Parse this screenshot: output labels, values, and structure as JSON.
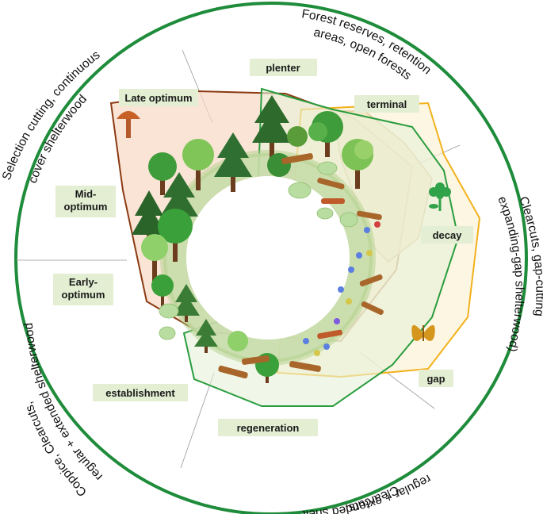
{
  "stages": [
    {
      "id": "plenter",
      "label": "plenter"
    },
    {
      "id": "terminal",
      "label": "terminal"
    },
    {
      "id": "late-optimum",
      "label": "Late optimum"
    },
    {
      "id": "mid-optimum-1",
      "label": "Mid-"
    },
    {
      "id": "mid-optimum-2",
      "label": "optimum"
    },
    {
      "id": "early-optimum-1",
      "label": "Early-"
    },
    {
      "id": "early-optimum-2",
      "label": "optimum"
    },
    {
      "id": "decay",
      "label": "decay"
    },
    {
      "id": "gap",
      "label": "gap"
    },
    {
      "id": "establishment",
      "label": "establishment"
    },
    {
      "id": "regeneration",
      "label": "regeneration"
    }
  ],
  "management_systems": {
    "top_right_1": "Forest reserves, retention",
    "top_right_2": "areas, open forests",
    "top_left_1": "Selection cutting, continuous",
    "top_left_2": "cover shelterwood",
    "right_1": "Clearcuts, gap-cutting",
    "right_2": "expanding-gap shelterwood)",
    "left_1": "Coppice, Clearcuts,",
    "left_2": "regular + extended shelterwood",
    "bottom_1": "regular + extended shelterwood",
    "bottom_2": "Clearcuts,"
  },
  "colors": {
    "outer_ring": "#1e8c3a",
    "brown_polygon": "#8b3a12",
    "orange_polygon": "#f2b11c",
    "green_polygon": "#2a9d3f",
    "tan_polygon": "#b8905a",
    "label_fill": "#e3eed3"
  }
}
